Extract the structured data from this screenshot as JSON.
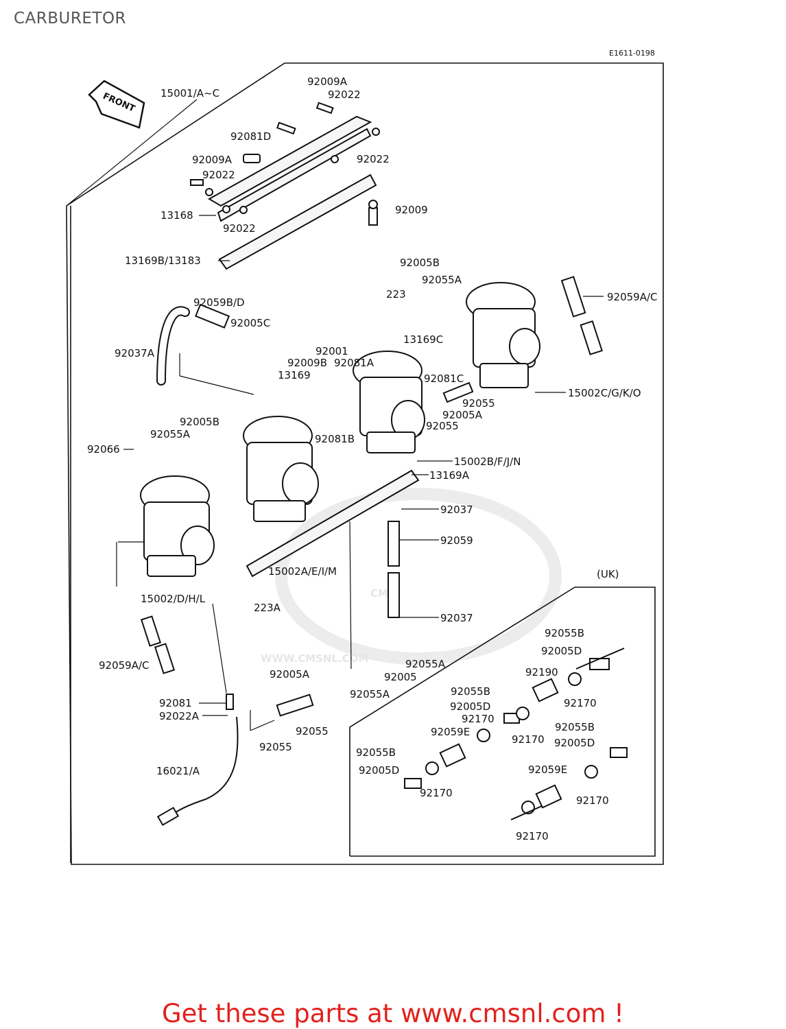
{
  "page": {
    "title": "CARBURETOR"
  },
  "diagram": {
    "code": "E1611-0198",
    "front_label": "FRONT",
    "uk_label": "(UK)",
    "watermark": {
      "brand": "CMS",
      "url": "WWW.CMSNL.COM"
    },
    "callouts": [
      "15001/A~C",
      "92009A",
      "92022",
      "92081D",
      "92022",
      "92009A",
      "92022",
      "13168",
      "92022",
      "92009",
      "13169B/13183",
      "92005B",
      "92055A",
      "223",
      "92059A/C",
      "92059B/D",
      "92005C",
      "13169C",
      "92037A",
      "92001",
      "92009B",
      "92081A",
      "13169",
      "92081C",
      "15002C/G/K/O",
      "92055",
      "92005A",
      "92055",
      "92005B",
      "92055A",
      "92066",
      "92081B",
      "15002B/F/J/N",
      "13169A",
      "92037",
      "92059",
      "15002A/E/I/M",
      "15002/D/H/L",
      "223A",
      "92037",
      "92055A",
      "92005",
      "92055A",
      "92059A/C",
      "92005A",
      "92081",
      "92022A",
      "92055",
      "92055",
      "16021/A",
      "92055B",
      "92005D",
      "92190",
      "92170",
      "92055B",
      "92005D",
      "92170",
      "92059E",
      "92170",
      "92055B",
      "92005D",
      "92055B",
      "92005D",
      "92170",
      "92059E",
      "92170",
      "92170"
    ]
  },
  "footer": {
    "text": "Get these parts at www.cmsnl.com !"
  }
}
